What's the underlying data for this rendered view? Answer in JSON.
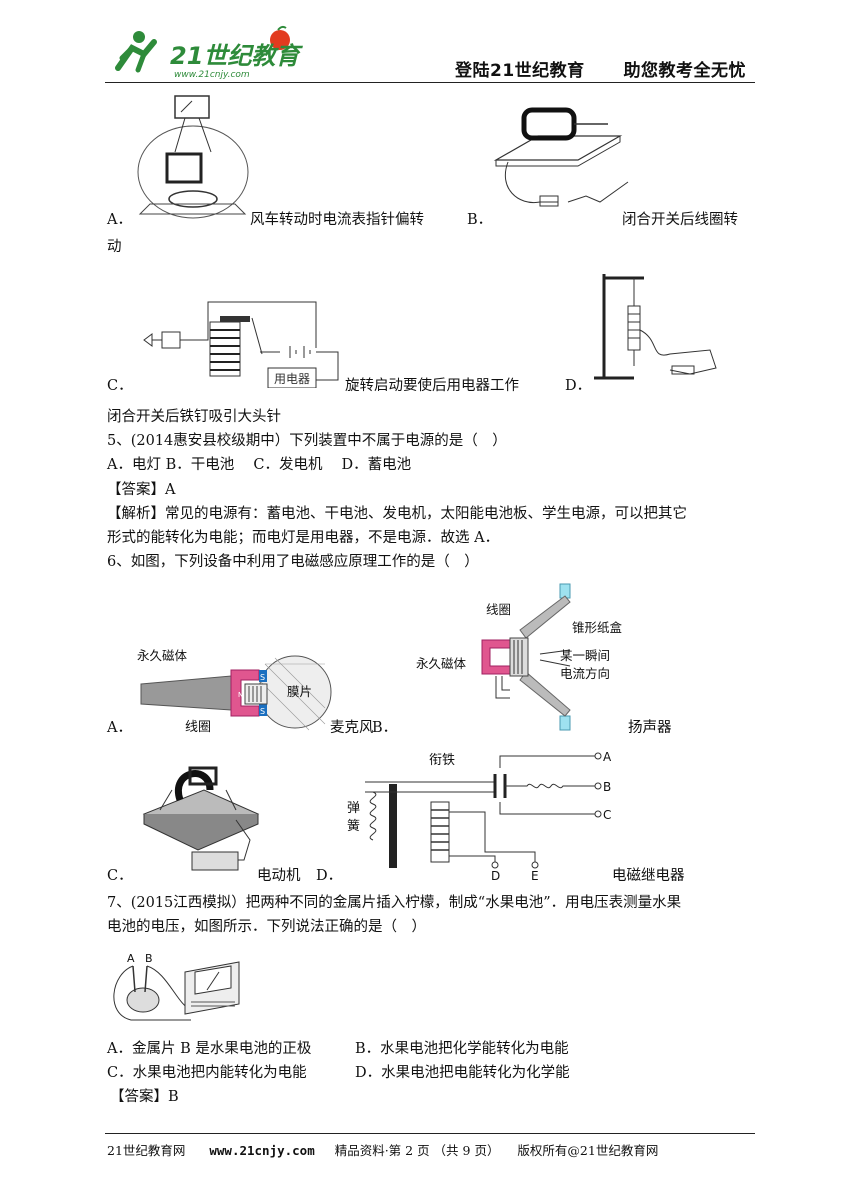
{
  "header": {
    "logo_text": "21世纪教育",
    "logo_url": "www.21cnjy.com",
    "slogan_left": "登陆21世纪教育",
    "slogan_right": "助您教考全无忧"
  },
  "q4_options": {
    "a_label": "A．",
    "a_text": "风车转动时电流表指针偏转",
    "b_label": "B．",
    "b_text": "闭合开关后线圈转",
    "b_text_cont": "动",
    "c_label": "C．",
    "c_text": "旋转启动要使后用电器工作",
    "c_device_label": "用电器",
    "d_label": "D．",
    "d_text": "闭合开关后铁钉吸引大头针"
  },
  "q5": {
    "stem": "5、(2014惠安县校级期中）下列装置中不属于电源的是（　）",
    "options": "A．电灯 B．干电池　 C．发电机　 D．蓄电池",
    "answer": "【答案】A",
    "analysis_1": "【解析】常见的电源有：蓄电池、干电池、发电机，太阳能电池板、学生电源，可以把其它",
    "analysis_2": "形式的能转化为电能；而电灯是用电器，不是电源．故选 A．"
  },
  "q6": {
    "stem": "6、如图，下列设备中利用了电磁感应原理工作的是（　）",
    "mic_magnet": "永久磁体",
    "mic_diaphragm": "膜片",
    "mic_coil": "线圈",
    "spk_coil": "线圈",
    "spk_cone": "锥形纸盒",
    "spk_magnet": "永久磁体",
    "spk_current_1": "某一瞬间",
    "spk_current_2": "电流方向",
    "a_label": "A．",
    "a_text": "麦克风",
    "b_label": "B．",
    "b_text": "扬声器",
    "c_label": "C．",
    "c_text": "电动机",
    "d_label": "D．",
    "d_text": "电磁继电器",
    "relay_armature": "衔铁",
    "relay_spring_1": "弹",
    "relay_spring_2": "簧",
    "relay_a": "A",
    "relay_b": "B",
    "relay_c": "C",
    "relay_d": "D",
    "relay_e": "E",
    "mag_s": "S",
    "mag_n": "N"
  },
  "q7": {
    "stem_1": "7、(2015江西模拟）把两种不同的金属片插入柠檬，制成“水果电池”．用电压表测量水果",
    "stem_2": "电池的电压，如图所示．下列说法正确的是（　）",
    "fig_a": "A",
    "fig_b": "B",
    "opt_a": "A．金属片 B 是水果电池的正极",
    "opt_b": "B．水果电池把化学能转化为电能",
    "opt_c": "C．水果电池把内能转化为电能",
    "opt_d": "D．水果电池把电能转化为化学能",
    "answer": "【答案】B"
  },
  "footer": {
    "left": "21世纪教育网",
    "url": "www.21cnjy.com",
    "middle": "精品资料·第 2 页 （共 9 页）",
    "right": "版权所有@21世纪教育网"
  }
}
